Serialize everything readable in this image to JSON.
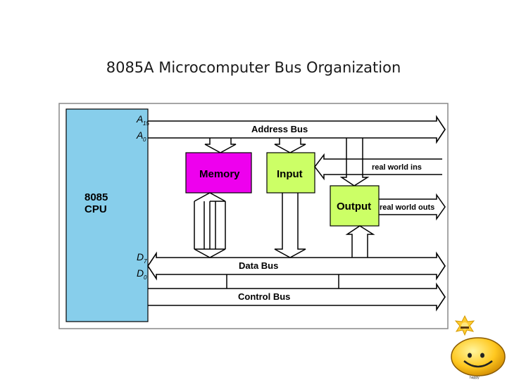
{
  "slide": {
    "title": "8085A Microcomputer Bus Organization"
  },
  "diagram": {
    "cpu": {
      "line1": "8085",
      "line2": "CPU"
    },
    "pins": {
      "a15_letter": "A",
      "a15_sub": "15",
      "a0_letter": "A",
      "a0_sub": "0",
      "d7_letter": "D",
      "d7_sub": "7",
      "d0_letter": "D",
      "d0_sub": "0"
    },
    "buses": {
      "address": "Address Bus",
      "data": "Data Bus",
      "control": "Control Bus"
    },
    "blocks": {
      "memory": "Memory",
      "input": "Input",
      "output": "Output"
    },
    "labels": {
      "real_world_ins": "real world ins",
      "real_world_outs": "real world outs"
    },
    "colors": {
      "cpu_fill": "#87ceeb",
      "memory_fill": "#ee00ee",
      "io_fill": "#ccff66",
      "bus_stroke": "#000000"
    }
  },
  "decoration": {
    "sun_icon": "sun-icon",
    "smiley_logo": "smiley-logo-icon",
    "logo_text": "happy"
  }
}
